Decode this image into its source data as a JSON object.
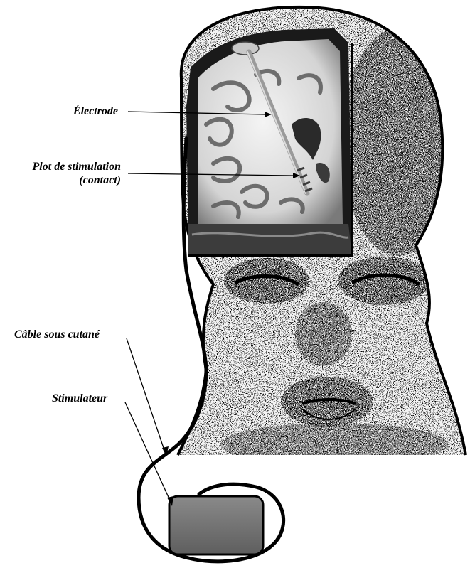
{
  "labels": {
    "electrode": "Électrode",
    "contact_line1": "Plot de stimulation",
    "contact_line2": "(contact)",
    "cable": "Câble sous cutané",
    "stimulator": "Stimulateur"
  },
  "colors": {
    "ink": "#000000",
    "skin": "#f3f3f3",
    "brain_bg": "#dcdcdc",
    "gray_matter": "#6c6c6c",
    "stimulator_fill": "#6f6f6f",
    "electrode": "#9a9a9a"
  }
}
